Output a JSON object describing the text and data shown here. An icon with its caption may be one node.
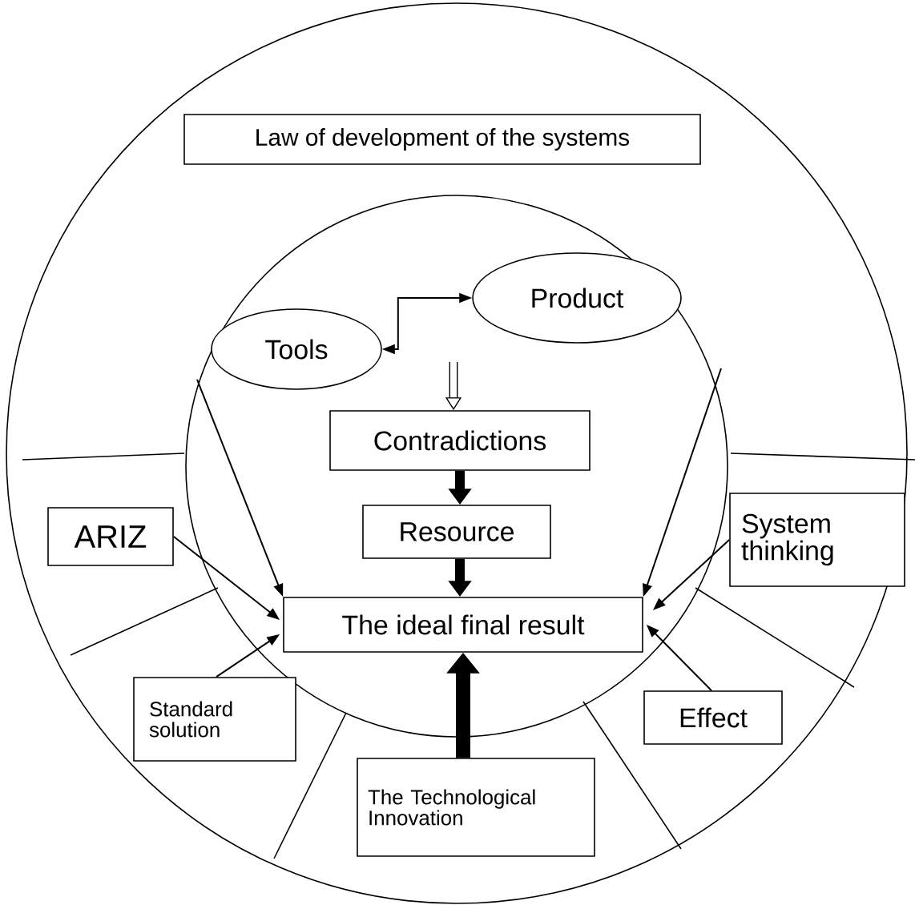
{
  "diagram": {
    "nodes": [
      {
        "text": [
          "Law of development of the systems"
        ]
      },
      {
        "text": [
          "Tools"
        ]
      },
      {
        "text": [
          "Product"
        ]
      },
      {
        "text": [
          "Contradictions"
        ]
      },
      {
        "text": [
          "Resource"
        ]
      },
      {
        "text": [
          "The ideal final result"
        ]
      },
      {
        "text": [
          "ARIZ"
        ]
      },
      {
        "text": [
          "System thinking"
        ]
      },
      {
        "text": [
          "Standard solution"
        ]
      },
      {
        "text": [
          "Effect"
        ]
      },
      {
        "text": [
          "The Technological Innovation"
        ]
      }
    ],
    "edges": [
      {
        "from": 1,
        "to": 2,
        "arrow": "both"
      },
      {
        "from": null,
        "to": 3,
        "arrow": "to",
        "style": "thick"
      },
      {
        "from": 3,
        "to": 4,
        "arrow": "to",
        "style": "thick"
      },
      {
        "from": 4,
        "to": 5,
        "arrow": "to",
        "style": "thick"
      },
      {
        "from": 10,
        "to": 5,
        "arrow": "to",
        "style": "thick"
      },
      {
        "from": 6,
        "to": 5,
        "arrow": "to"
      },
      {
        "from": 8,
        "to": 5,
        "arrow": "to"
      },
      {
        "from": null,
        "to": 5,
        "arrow": "to"
      },
      {
        "from": null,
        "to": 5,
        "arrow": "to"
      },
      {
        "from": 7,
        "to": 5,
        "arrow": "to"
      },
      {
        "from": 9,
        "to": 5,
        "arrow": "to"
      }
    ]
  }
}
